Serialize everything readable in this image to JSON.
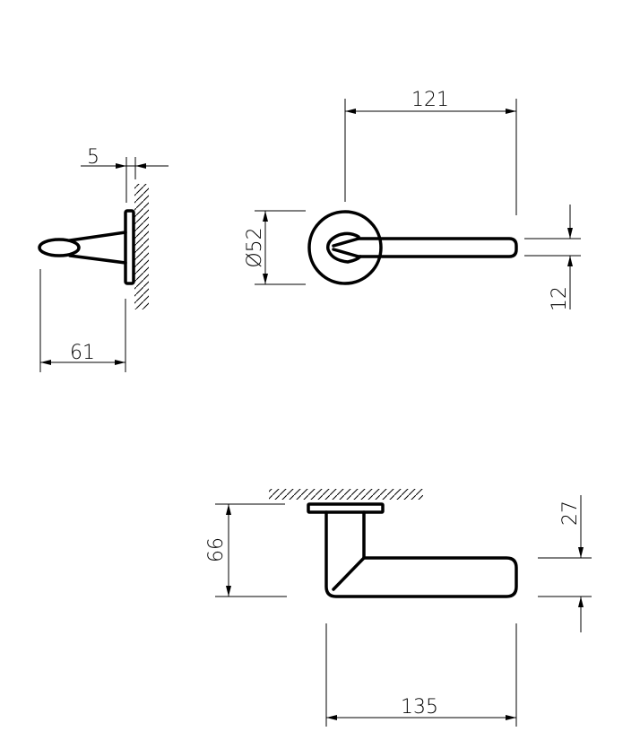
{
  "drawing": {
    "side_view": {
      "depth_label": "61",
      "rose_thickness_label": "5"
    },
    "top_view": {
      "reach_label": "121",
      "rose_diameter_label": "Ø52",
      "lever_width_label": "12"
    },
    "front_view": {
      "height_label": "66",
      "lever_height_label": "27",
      "length_label": "135"
    },
    "colors": {
      "line": "#000000",
      "background": "#ffffff"
    }
  }
}
